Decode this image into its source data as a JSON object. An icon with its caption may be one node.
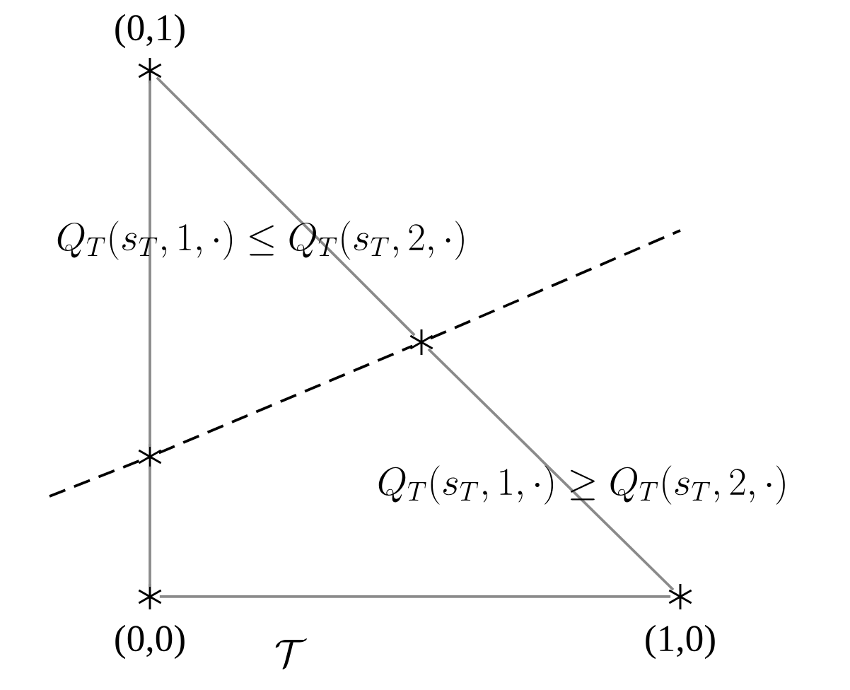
{
  "diagram": {
    "nodes": [
      {
        "text": [],
        "shape": "asterisk",
        "beside": [
          "(0,1)"
        ]
      },
      {
        "text": [],
        "shape": "asterisk"
      },
      {
        "text": [],
        "shape": "asterisk"
      },
      {
        "text": [],
        "shape": "asterisk",
        "beside": [
          "(0,0)"
        ]
      },
      {
        "text": [],
        "shape": "asterisk",
        "beside": [
          "(1,0)"
        ]
      }
    ],
    "edges": [
      {
        "from": 0,
        "to": 1,
        "arrow": "none"
      },
      {
        "from": 1,
        "to": 4,
        "arrow": "none"
      },
      {
        "from": 0,
        "to": 2,
        "arrow": "none"
      },
      {
        "from": 2,
        "to": 3,
        "arrow": "none"
      },
      {
        "from": 3,
        "to": 4,
        "arrow": "none"
      },
      {
        "from": null,
        "to": 2,
        "arrow": "none",
        "style": "dashed",
        "color": "#000000"
      },
      {
        "from": 2,
        "to": 1,
        "arrow": "none",
        "style": "dashed",
        "color": "#000000"
      },
      {
        "from": 1,
        "to": null,
        "arrow": "none",
        "style": "dashed",
        "color": "#000000"
      }
    ],
    "labels": [
      "Q_T(s_T,1,\\cdot)\\leq Q_T(s_T,2,\\cdot)",
      "Q_T(s_T,1,\\cdot)\\geq Q_T(s_T,2,\\cdot)",
      "\\mathcal{T}"
    ]
  }
}
